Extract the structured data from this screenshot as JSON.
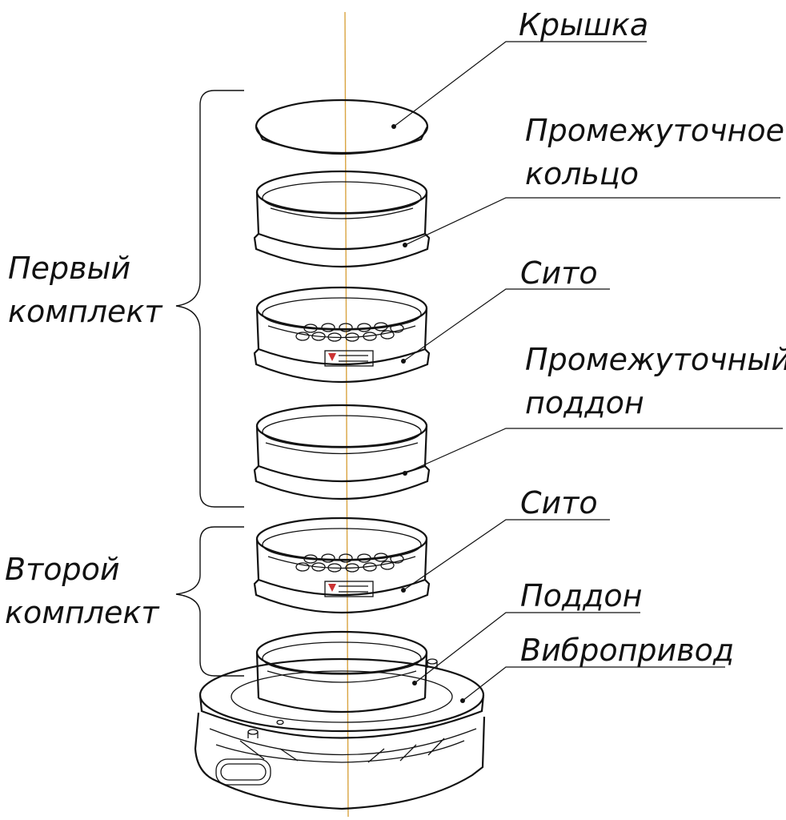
{
  "labels": {
    "lid": "Крышка",
    "intermediate_ring_line1": "Промежуточное",
    "intermediate_ring_line2": "кольцо",
    "sieve_1": "Сито",
    "intermediate_pan_line1": "Промежуточный",
    "intermediate_pan_line2": "поддон",
    "sieve_2": "Сито",
    "pan": "Поддон",
    "vibrodrive": "Вибропривод"
  },
  "groups": {
    "first_set_line1": "Первый",
    "first_set_line2": "комплект",
    "second_set_line1": "Второй",
    "second_set_line2": "комплект"
  },
  "colors": {
    "line": "#111111",
    "axis": "#d9a441",
    "background": "#ffffff"
  }
}
